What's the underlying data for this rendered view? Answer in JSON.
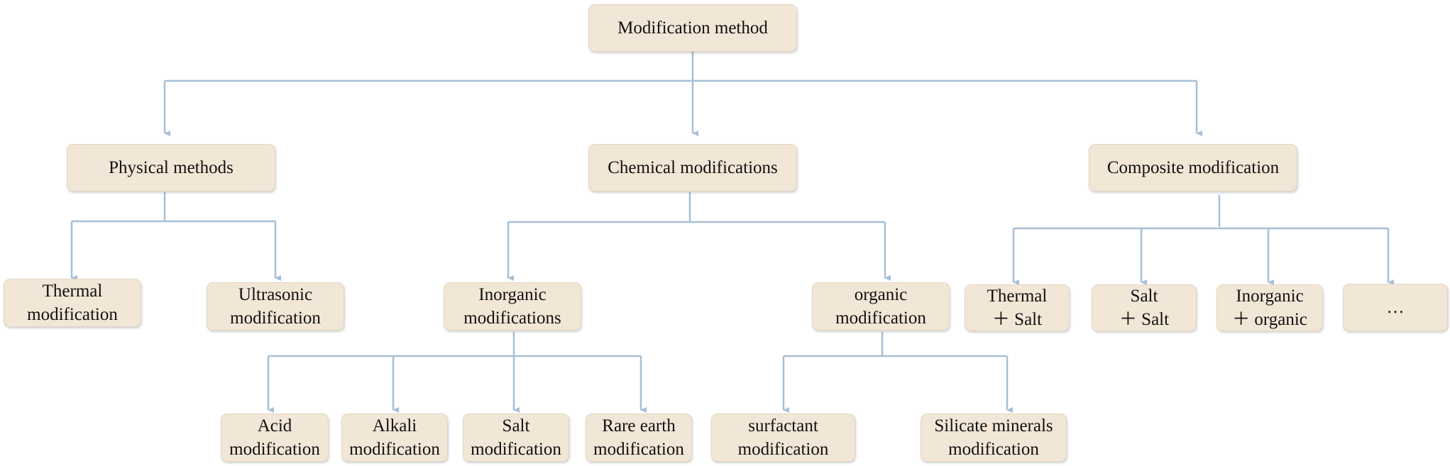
{
  "root": {
    "label": "Modification method"
  },
  "level1": {
    "physical": "Physical methods",
    "chemical": "Chemical modifications",
    "composite": "Composite modification"
  },
  "physical": {
    "thermal": [
      "Thermal",
      "modification"
    ],
    "ultrasonic": [
      "Ultrasonic",
      "modification"
    ]
  },
  "chemical": {
    "inorganic": [
      "Inorganic",
      "modifications"
    ],
    "organic": [
      "organic",
      "modification"
    ]
  },
  "inorganic": {
    "acid": [
      "Acid",
      "modification"
    ],
    "alkali": [
      "Alkali",
      "modification"
    ],
    "salt": [
      "Salt",
      "modification"
    ],
    "rare_earth": [
      "Rare earth",
      "modification"
    ]
  },
  "organic": {
    "surfactant": [
      "surfactant",
      "modification"
    ],
    "silicate": [
      "Silicate minerals",
      "modification"
    ]
  },
  "composite": {
    "thermal_salt": [
      "Thermal",
      "＋ Salt"
    ],
    "salt_salt": [
      "Salt",
      "＋ Salt"
    ],
    "inorganic_organic": [
      "Inorganic",
      "＋ organic"
    ],
    "more": "…"
  },
  "colors": {
    "box_fill": "#f2e6d6",
    "connector": "#a7bfd6"
  }
}
